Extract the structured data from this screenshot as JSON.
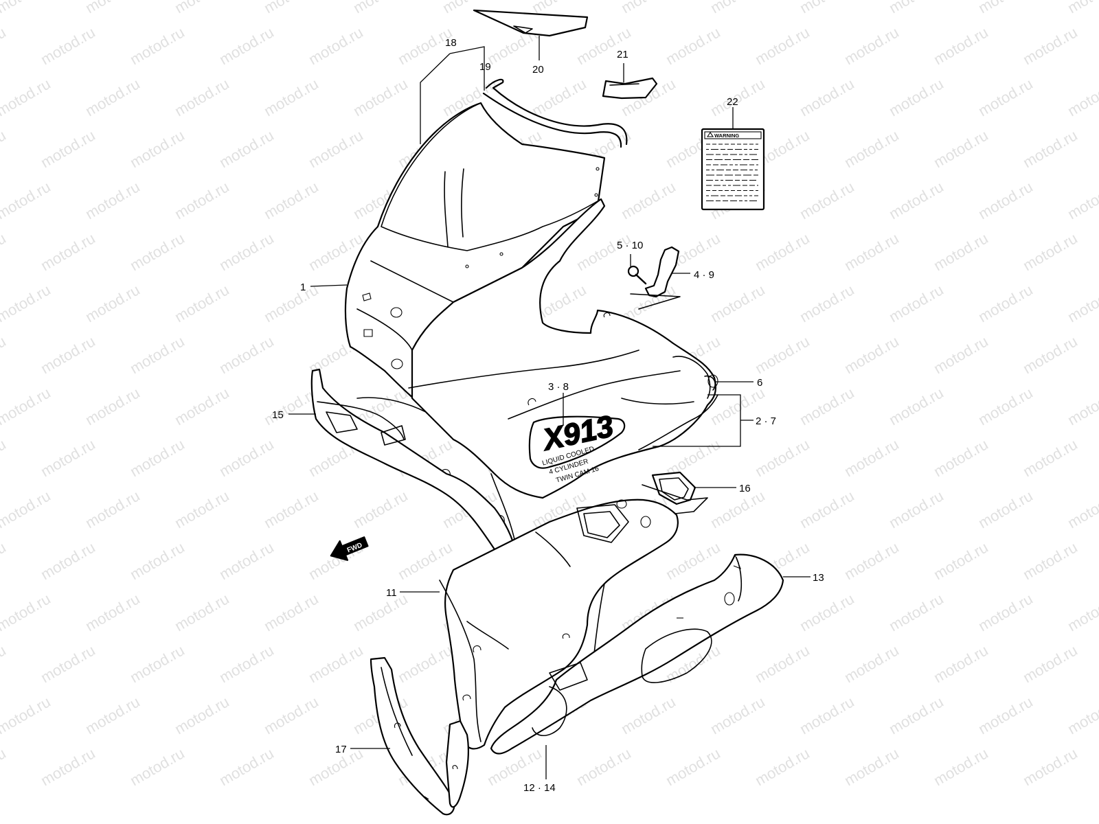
{
  "watermark": {
    "text": "motod.ru"
  },
  "callouts": [
    {
      "id": "1",
      "label": "1"
    },
    {
      "id": "2-7",
      "label": "2 · 7"
    },
    {
      "id": "3-8",
      "label": "3 · 8"
    },
    {
      "id": "4-9",
      "label": "4 · 9"
    },
    {
      "id": "5-10",
      "label": "5 · 10"
    },
    {
      "id": "6",
      "label": "6"
    },
    {
      "id": "11",
      "label": "11"
    },
    {
      "id": "12-14",
      "label": "12 · 14"
    },
    {
      "id": "13",
      "label": "13"
    },
    {
      "id": "15",
      "label": "15"
    },
    {
      "id": "16",
      "label": "16"
    },
    {
      "id": "17",
      "label": "17"
    },
    {
      "id": "18",
      "label": "18"
    },
    {
      "id": "19",
      "label": "19"
    },
    {
      "id": "20",
      "label": "20"
    },
    {
      "id": "21",
      "label": "21"
    },
    {
      "id": "22",
      "label": "22"
    }
  ],
  "warning_label": {
    "title": "WARNING"
  },
  "emblem": {
    "model": "X913",
    "line1": "LIQUID COOLED",
    "line2": "4 CYLINDER",
    "line3": "TWIN CAM 16"
  },
  "fwd_arrow": {
    "text": "FWD"
  }
}
